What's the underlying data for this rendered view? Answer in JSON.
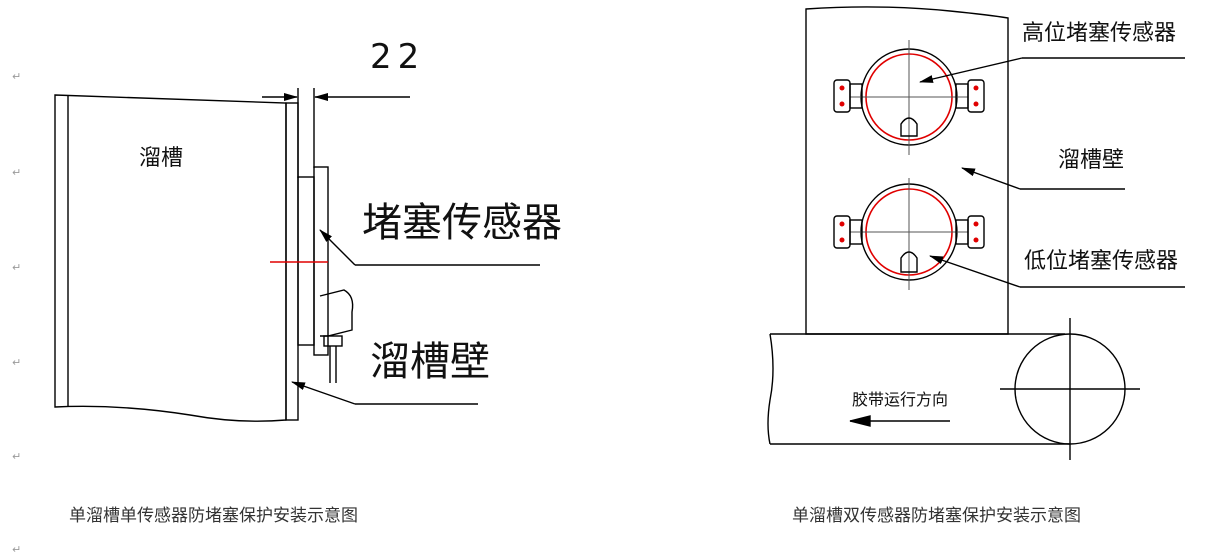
{
  "left_diagram": {
    "dimension": "22",
    "chute_label": "溜槽",
    "sensor_label": "堵塞传感器",
    "wall_label": "溜槽壁",
    "caption": "单溜槽单传感器防堵塞保护安装示意图"
  },
  "right_diagram": {
    "high_sensor_label": "高位堵塞传感器",
    "wall_label": "溜槽壁",
    "low_sensor_label": "低位堵塞传感器",
    "belt_label": "胶带运行方向",
    "caption": "单溜槽双传感器防堵塞保护安装示意图"
  },
  "paragraph_marks": [
    "↵",
    "↵",
    "↵",
    "↵",
    "↵",
    "↵"
  ],
  "colors": {
    "line": "#000000",
    "accent_red": "#e00000",
    "caption": "#333333"
  }
}
